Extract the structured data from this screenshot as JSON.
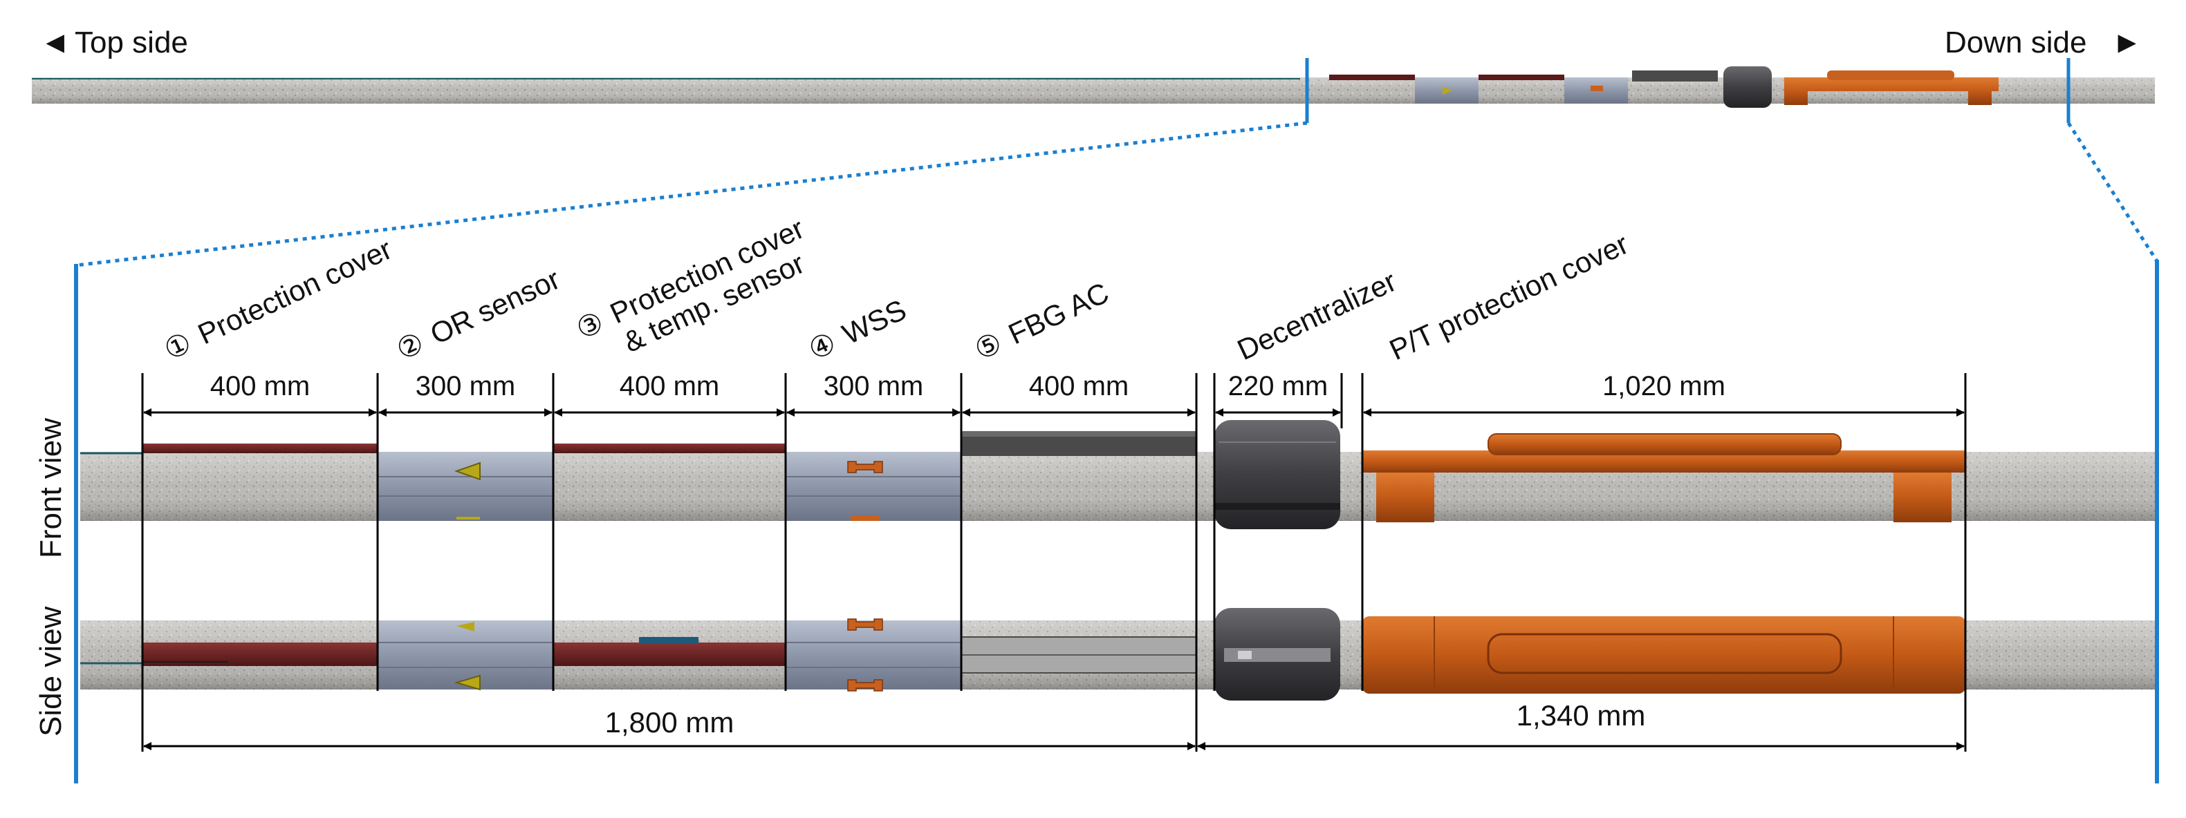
{
  "header": {
    "top_side": "Top side",
    "down_side": "Down side",
    "left_arrow_glyph": "◄",
    "right_arrow_glyph": "►"
  },
  "sections": [
    {
      "num": "①",
      "label": "Protection cover",
      "label_line2": "",
      "dim": "400 mm",
      "material": "pipe"
    },
    {
      "num": "②",
      "label": "OR sensor",
      "label_line2": "",
      "dim": "300 mm",
      "material": "sub"
    },
    {
      "num": "③",
      "label": "Protection cover",
      "label_line2": "& temp. sensor",
      "dim": "400 mm",
      "material": "pipe"
    },
    {
      "num": "④",
      "label": "WSS",
      "label_line2": "",
      "dim": "300 mm",
      "material": "sub"
    },
    {
      "num": "⑤",
      "label": "FBG AC",
      "label_line2": "",
      "dim": "400 mm",
      "material": "pipe"
    },
    {
      "num": "",
      "label": "Decentralizer",
      "label_line2": "",
      "dim": "220 mm",
      "material": "decentralizer"
    },
    {
      "num": "",
      "label": "P/T protection cover",
      "label_line2": "",
      "dim": "1,020 mm",
      "material": "pt"
    }
  ],
  "views": {
    "front": "Front view",
    "side": "Side view"
  },
  "totals": {
    "left": "1,800 mm",
    "right": "1,340 mm"
  },
  "colors": {
    "callout_blue": "#1a7fd0",
    "pipe_gray": "#b9b7b3",
    "sub_blue_gray": "#9aa3b5",
    "cover_dark_red": "#5a1a1a",
    "fbg_dark": "#4a4a4a",
    "decentralizer_dark": "#3a3a3c",
    "pt_orange": "#c8601e",
    "sensor_yellow": "#b8a818"
  }
}
